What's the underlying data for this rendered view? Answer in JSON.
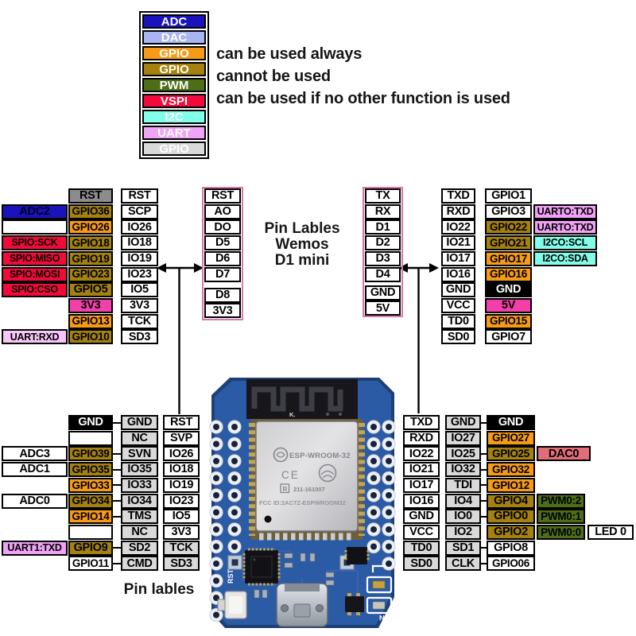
{
  "palette": {
    "white": {
      "bg": "#ffffff",
      "fg": "#000000"
    },
    "gray": {
      "bg": "#d9d9d9",
      "fg": "#000000"
    },
    "dark_gray": {
      "bg": "#8c8c8c",
      "fg": "#000000"
    },
    "black": {
      "bg": "#000000",
      "fg": "#ffffff"
    },
    "adc_blue": {
      "bg": "#1a12bb",
      "fg": "#00001a"
    },
    "gpio_orange": {
      "bg": "#f79b16",
      "fg": "#000000"
    },
    "gpio_gold": {
      "bg": "#a5810d",
      "fg": "#000000"
    },
    "pwm_green": {
      "bg": "#4d6e17",
      "fg": "#000000"
    },
    "spi_red": {
      "bg": "#f20a3a",
      "fg": "#000000"
    },
    "i2c_cyan": {
      "bg": "#82ffe9",
      "fg": "#000000"
    },
    "uart_pink": {
      "bg": "#f0a2f5",
      "fg": "#000000"
    },
    "uart_pink_light": {
      "bg": "#f7c6f9",
      "fg": "#000000"
    },
    "power_magenta": {
      "bg": "#f33fa8",
      "fg": "#000000"
    },
    "dac_rose": {
      "bg": "#e06d78",
      "fg": "#000000"
    },
    "frame_pink": "#d878a8"
  },
  "legend": {
    "swatches": [
      {
        "label": "ADC",
        "color": "#1a12bb"
      },
      {
        "label": "DAC",
        "color": "#a9b4f2"
      },
      {
        "label": "GPIO",
        "color": "#f79b16"
      },
      {
        "label": "GPIO",
        "color": "#a5810d"
      },
      {
        "label": "PWM",
        "color": "#4d6e17"
      },
      {
        "label": "VSPI",
        "color": "#f20a3a"
      },
      {
        "label": "I2C",
        "color": "#82ffe9"
      },
      {
        "label": "UART",
        "color": "#f1a3f6"
      },
      {
        "label": "GPIO",
        "color": "#d9d9d9"
      }
    ],
    "notes": [
      "can be used always",
      "cannot be used",
      "can be used if no other function is used"
    ]
  },
  "titles": {
    "center": [
      "Pin Lables",
      "Wemos",
      "D1 mini"
    ],
    "bottom": "Pin lables"
  },
  "board": {
    "module": "ESP-WROOM-32",
    "fcc": "FCC ID:2AC7Z-ESPWROOM32",
    "reg": "211-161007",
    "reg_mark": "R",
    "ce": "CE",
    "k": "K.",
    "rst": "RST",
    "on": "ON"
  },
  "d_columns": {
    "left": [
      "RST",
      "AO",
      "DO",
      "D5",
      "D6",
      "D7",
      "D8",
      "3V3"
    ],
    "right": [
      "TX",
      "RX",
      "D1",
      "D2",
      "D3",
      "D4",
      "GND",
      "5V"
    ]
  },
  "groups": {
    "top_left": {
      "rows": [
        [
          {
            "col": "gpio",
            "t": "RST",
            "c": "dark_gray"
          },
          {
            "col": "pin",
            "t": "RST",
            "c": "white"
          }
        ],
        [
          {
            "col": "fn",
            "t": "ADC2",
            "c": "adc_blue"
          },
          {
            "col": "gpio",
            "t": "GPIO36",
            "c": "gpio_gold"
          },
          {
            "col": "pin",
            "t": "SCP",
            "c": "white"
          }
        ],
        [
          {
            "col": "fn",
            "t": "",
            "c": "white"
          },
          {
            "col": "gpio",
            "t": "GPIO26",
            "c": "gpio_orange"
          },
          {
            "col": "pin",
            "t": "IO26",
            "c": "white"
          }
        ],
        [
          {
            "col": "fn",
            "t": "SPIO:SCK",
            "c": "spi_red"
          },
          {
            "col": "gpio",
            "t": "GPIO18",
            "c": "gpio_gold"
          },
          {
            "col": "pin",
            "t": "IO18",
            "c": "white"
          }
        ],
        [
          {
            "col": "fn",
            "t": "SPIO:MISO",
            "c": "spi_red"
          },
          {
            "col": "gpio",
            "t": "GPIO19",
            "c": "gpio_gold"
          },
          {
            "col": "pin",
            "t": "IO19",
            "c": "white"
          }
        ],
        [
          {
            "col": "fn",
            "t": "SPIO:MOSI",
            "c": "spi_red"
          },
          {
            "col": "gpio",
            "t": "GPIO23",
            "c": "gpio_gold"
          },
          {
            "col": "pin",
            "t": "IO23",
            "c": "white"
          }
        ],
        [
          {
            "col": "fn",
            "t": "SPIO:CSO",
            "c": "spi_red"
          },
          {
            "col": "gpio",
            "t": "GPIO5",
            "c": "gpio_gold"
          },
          {
            "col": "pin",
            "t": "IO5",
            "c": "white"
          }
        ],
        [
          {
            "col": "gpio",
            "t": "3V3",
            "c": "power_magenta"
          },
          {
            "col": "pin",
            "t": "3V3",
            "c": "white"
          }
        ],
        [
          {
            "col": "gpio",
            "t": "GPIO13",
            "c": "gpio_orange"
          },
          {
            "col": "pin",
            "t": "TCK",
            "c": "white"
          }
        ],
        [
          {
            "col": "fn",
            "t": "UART:RXD",
            "c": "uart_pink_light"
          },
          {
            "col": "gpio",
            "t": "GPIO10",
            "c": "gpio_gold"
          },
          {
            "col": "pin",
            "t": "SD3",
            "c": "white"
          }
        ]
      ]
    },
    "top_right": {
      "rows": [
        [
          {
            "col": "pin",
            "t": "TXD",
            "c": "white"
          },
          {
            "col": "gpio",
            "t": "GPIO1",
            "c": "white"
          }
        ],
        [
          {
            "col": "pin",
            "t": "RXD",
            "c": "white"
          },
          {
            "col": "gpio",
            "t": "GPIO3",
            "c": "white"
          },
          {
            "col": "fn",
            "t": "UARTO:TXD",
            "c": "uart_pink"
          }
        ],
        [
          {
            "col": "pin",
            "t": "IO22",
            "c": "white"
          },
          {
            "col": "gpio",
            "t": "GPIO22",
            "c": "gpio_gold"
          },
          {
            "col": "fn",
            "t": "UARTO:TXD",
            "c": "uart_pink"
          }
        ],
        [
          {
            "col": "pin",
            "t": "IO21",
            "c": "white"
          },
          {
            "col": "gpio",
            "t": "GPIO21",
            "c": "gpio_gold"
          },
          {
            "col": "fn",
            "t": "I2CO:SCL",
            "c": "i2c_cyan"
          }
        ],
        [
          {
            "col": "pin",
            "t": "IO17",
            "c": "white"
          },
          {
            "col": "gpio",
            "t": "GPIO17",
            "c": "gpio_orange"
          },
          {
            "col": "fn",
            "t": "I2CO:SDA",
            "c": "i2c_cyan"
          }
        ],
        [
          {
            "col": "pin",
            "t": "IO16",
            "c": "white"
          },
          {
            "col": "gpio",
            "t": "GPIO16",
            "c": "gpio_orange"
          }
        ],
        [
          {
            "col": "pin",
            "t": "GND",
            "c": "white"
          },
          {
            "col": "gpio",
            "t": "GND",
            "c": "black"
          }
        ],
        [
          {
            "col": "pin",
            "t": "VCC",
            "c": "white"
          },
          {
            "col": "gpio",
            "t": "5V",
            "c": "power_magenta"
          }
        ],
        [
          {
            "col": "pin",
            "t": "TD0",
            "c": "white"
          },
          {
            "col": "gpio",
            "t": "GPIO15",
            "c": "gpio_orange"
          }
        ],
        [
          {
            "col": "pin",
            "t": "SD0",
            "c": "white"
          },
          {
            "col": "gpio",
            "t": "GPIO7",
            "c": "white"
          }
        ]
      ]
    },
    "bottom_left": {
      "rows": [
        [
          {
            "col": "gpio",
            "t": "GND",
            "c": "black"
          },
          {
            "col": "pin",
            "t": "GND",
            "c": "gray"
          },
          {
            "col": "pin2",
            "t": "RST",
            "c": "white"
          }
        ],
        [
          {
            "col": "gpio",
            "t": "",
            "c": "white"
          },
          {
            "col": "pin",
            "t": "NC",
            "c": "gray"
          },
          {
            "col": "pin2",
            "t": "SVP",
            "c": "white"
          }
        ],
        [
          {
            "col": "fn",
            "t": "ADC3",
            "c": "white"
          },
          {
            "col": "gpio",
            "t": "GPIO39",
            "c": "gpio_gold"
          },
          {
            "col": "pin",
            "t": "SVN",
            "c": "gray"
          },
          {
            "col": "pin2",
            "t": "IO26",
            "c": "white"
          }
        ],
        [
          {
            "col": "fn",
            "t": "ADC1",
            "c": "white"
          },
          {
            "col": "gpio",
            "t": "GPIO35",
            "c": "gpio_gold"
          },
          {
            "col": "pin",
            "t": "IO35",
            "c": "gray"
          },
          {
            "col": "pin2",
            "t": "IO18",
            "c": "white"
          }
        ],
        [
          {
            "col": "gpio",
            "t": "GPIO33",
            "c": "gpio_orange"
          },
          {
            "col": "pin",
            "t": "IO33",
            "c": "gray"
          },
          {
            "col": "pin2",
            "t": "IO19",
            "c": "white"
          }
        ],
        [
          {
            "col": "fn",
            "t": "ADC0",
            "c": "white"
          },
          {
            "col": "gpio",
            "t": "GPIO34",
            "c": "gpio_gold"
          },
          {
            "col": "pin",
            "t": "IO34",
            "c": "gray"
          },
          {
            "col": "pin2",
            "t": "IO23",
            "c": "white"
          }
        ],
        [
          {
            "col": "gpio",
            "t": "GPIO14",
            "c": "gpio_orange"
          },
          {
            "col": "pin",
            "t": "TMS",
            "c": "gray"
          },
          {
            "col": "pin2",
            "t": "IO5",
            "c": "white"
          }
        ],
        [
          {
            "col": "gpio",
            "t": "",
            "c": "white"
          },
          {
            "col": "pin",
            "t": "NC",
            "c": "gray"
          },
          {
            "col": "pin2",
            "t": "3V3",
            "c": "white"
          }
        ],
        [
          {
            "col": "fn",
            "t": "UART1:TXD",
            "c": "uart_pink"
          },
          {
            "col": "gpio",
            "t": "GPIO9",
            "c": "gpio_gold"
          },
          {
            "col": "pin",
            "t": "SD2",
            "c": "gray"
          },
          {
            "col": "pin2",
            "t": "TCK",
            "c": "gray"
          }
        ],
        [
          {
            "col": "gpio",
            "t": "GPIO11",
            "c": "white"
          },
          {
            "col": "pin",
            "t": "CMD",
            "c": "gray"
          },
          {
            "col": "pin2",
            "t": "SD3",
            "c": "gray"
          }
        ]
      ]
    },
    "bottom_right": {
      "rows": [
        [
          {
            "col": "pin",
            "t": "TXD",
            "c": "white"
          },
          {
            "col": "pin2",
            "t": "GND",
            "c": "gray"
          },
          {
            "col": "gpio",
            "t": "GND",
            "c": "black"
          }
        ],
        [
          {
            "col": "pin",
            "t": "RXD",
            "c": "white"
          },
          {
            "col": "pin2",
            "t": "IO27",
            "c": "gray"
          },
          {
            "col": "gpio",
            "t": "GPIO27",
            "c": "gpio_orange"
          }
        ],
        [
          {
            "col": "pin",
            "t": "IO22",
            "c": "white"
          },
          {
            "col": "pin2",
            "t": "IO25",
            "c": "gray"
          },
          {
            "col": "gpio",
            "t": "GPIO25",
            "c": "gpio_gold"
          },
          {
            "col": "fn",
            "t": "DAC0",
            "c": "dac_rose",
            "w": 68
          }
        ],
        [
          {
            "col": "pin",
            "t": "IO21",
            "c": "white"
          },
          {
            "col": "pin2",
            "t": "IO32",
            "c": "gray"
          },
          {
            "col": "gpio",
            "t": "GPIO32",
            "c": "gpio_orange"
          }
        ],
        [
          {
            "col": "pin",
            "t": "IO17",
            "c": "white"
          },
          {
            "col": "pin2",
            "t": "TDI",
            "c": "gray"
          },
          {
            "col": "gpio",
            "t": "GPIO12",
            "c": "gpio_orange"
          }
        ],
        [
          {
            "col": "pin",
            "t": "IO16",
            "c": "white"
          },
          {
            "col": "pin2",
            "t": "IO4",
            "c": "gray"
          },
          {
            "col": "gpio",
            "t": "GPIO4",
            "c": "gpio_gold"
          },
          {
            "col": "fn",
            "t": "PWM0:2",
            "c": "pwm_green"
          }
        ],
        [
          {
            "col": "pin",
            "t": "GND",
            "c": "white"
          },
          {
            "col": "pin2",
            "t": "IO0",
            "c": "gray"
          },
          {
            "col": "gpio",
            "t": "GPIO0",
            "c": "gpio_gold"
          },
          {
            "col": "fn",
            "t": "PWM0:1",
            "c": "pwm_green"
          }
        ],
        [
          {
            "col": "pin",
            "t": "VCC",
            "c": "white"
          },
          {
            "col": "pin2",
            "t": "IO2",
            "c": "gray"
          },
          {
            "col": "gpio",
            "t": "GPIO2",
            "c": "gpio_gold"
          },
          {
            "col": "fn",
            "t": "PWM0:0",
            "c": "pwm_green"
          },
          {
            "col": "fn2",
            "t": "LED 0",
            "c": "white"
          }
        ],
        [
          {
            "col": "pin",
            "t": "TD0",
            "c": "gray"
          },
          {
            "col": "pin2",
            "t": "SD1",
            "c": "gray"
          },
          {
            "col": "gpio",
            "t": "GPIO8",
            "c": "white"
          }
        ],
        [
          {
            "col": "pin",
            "t": "SD0",
            "c": "gray"
          },
          {
            "col": "pin2",
            "t": "CLK",
            "c": "gray"
          },
          {
            "col": "gpio",
            "t": "GPIO06",
            "c": "white"
          }
        ]
      ]
    }
  }
}
